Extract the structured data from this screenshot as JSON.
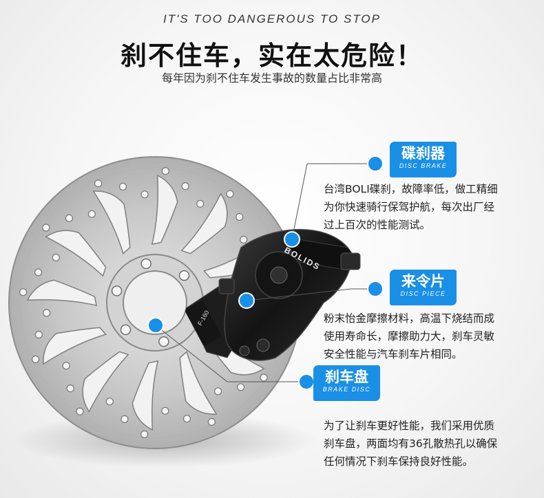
{
  "header": {
    "english_tagline": "IT'S TOO DANGEROUS TO STOP",
    "title": "刹不住车，实在太危险！",
    "subtitle": "每年因为刹不住车发生事故的数量占比非常高"
  },
  "product": {
    "caliper_brand_text": "BOLIDS",
    "rotor_marking": "F-160"
  },
  "features": [
    {
      "label_cn": "碟刹器",
      "label_en": "DISC BRAKE",
      "description_lines": [
        "台湾BOLI碟刹，故障率低，做工精细",
        "为你快速骑行保驾护航，每次出厂经",
        "过上百次的性能测试。"
      ]
    },
    {
      "label_cn": "来令片",
      "label_en": "DISC  PIECE",
      "description_lines": [
        "粉末怡金摩擦材料，高温下烧结而成",
        "使用寿命长，摩擦助力大，刹车灵敏",
        "安全性能与汽车刹车片相同。"
      ]
    },
    {
      "label_cn": "刹车盘",
      "label_en": "BRAKE DISC",
      "description_lines": [
        "为了让刹车更好性能，我们采用优质",
        "刹车盘，两面均有36孔散热孔以确保",
        "任何情况下刹车保持良好性能。"
      ]
    }
  ],
  "colors": {
    "accent_blue": "#1a8fe6",
    "rotor_steel": "#c9c9c9",
    "caliper_black": "#1b1b1b"
  }
}
